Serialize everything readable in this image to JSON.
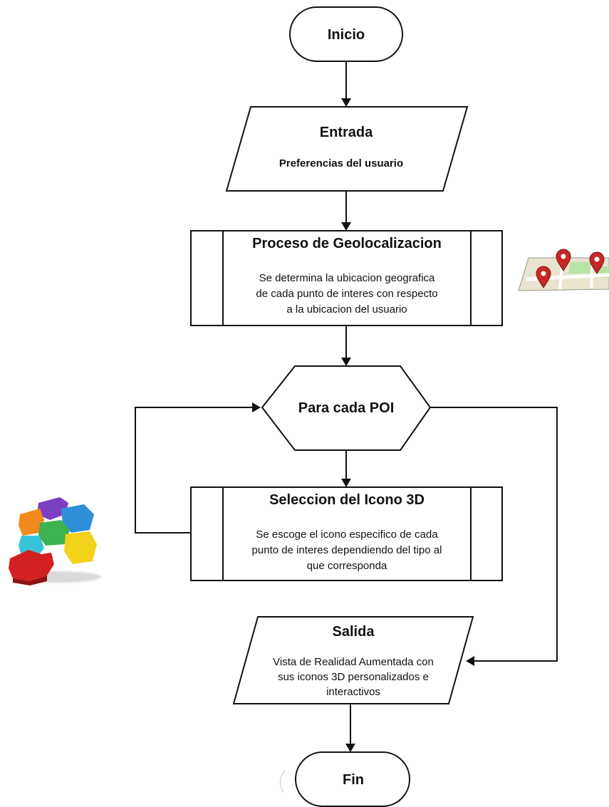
{
  "nodes": {
    "inicio": {
      "label": "Inicio"
    },
    "entrada": {
      "title": "Entrada",
      "text": "Preferencias del usuario"
    },
    "geolocalizacion": {
      "title": "Proceso de Geolocalizacion",
      "lines": [
        "Se determina la ubicacion geografica",
        "de cada punto de interes con respecto",
        "a la ubicacion del usuario"
      ]
    },
    "loop": {
      "label": "Para cada POI"
    },
    "seleccion": {
      "title": "Seleccion del Icono 3D",
      "lines": [
        "Se escoge el icono especifico de cada",
        "punto de interes dependiendo del tipo al",
        "que corresponda"
      ]
    },
    "salida": {
      "title": "Salida",
      "lines": [
        "Vista de Realidad Aumentada con",
        "sus iconos 3D personalizados e",
        "interactivos"
      ]
    },
    "fin": {
      "label": "Fin"
    }
  },
  "icons": {
    "map": "map-with-pins-icon",
    "puzzle": "puzzle-pieces-icon"
  },
  "colors": {
    "stroke": "#111111",
    "pin": "#c62828",
    "map_paper": "#e9e4cf",
    "map_green": "#b7e3a5",
    "puzzle_purple": "#7b3fc4",
    "puzzle_blue": "#2f8fd8",
    "puzzle_green": "#3fb34f",
    "puzzle_orange": "#f08a1c",
    "puzzle_yellow": "#f2d21a",
    "puzzle_red": "#d32020",
    "puzzle_cyan": "#39c3d6"
  }
}
